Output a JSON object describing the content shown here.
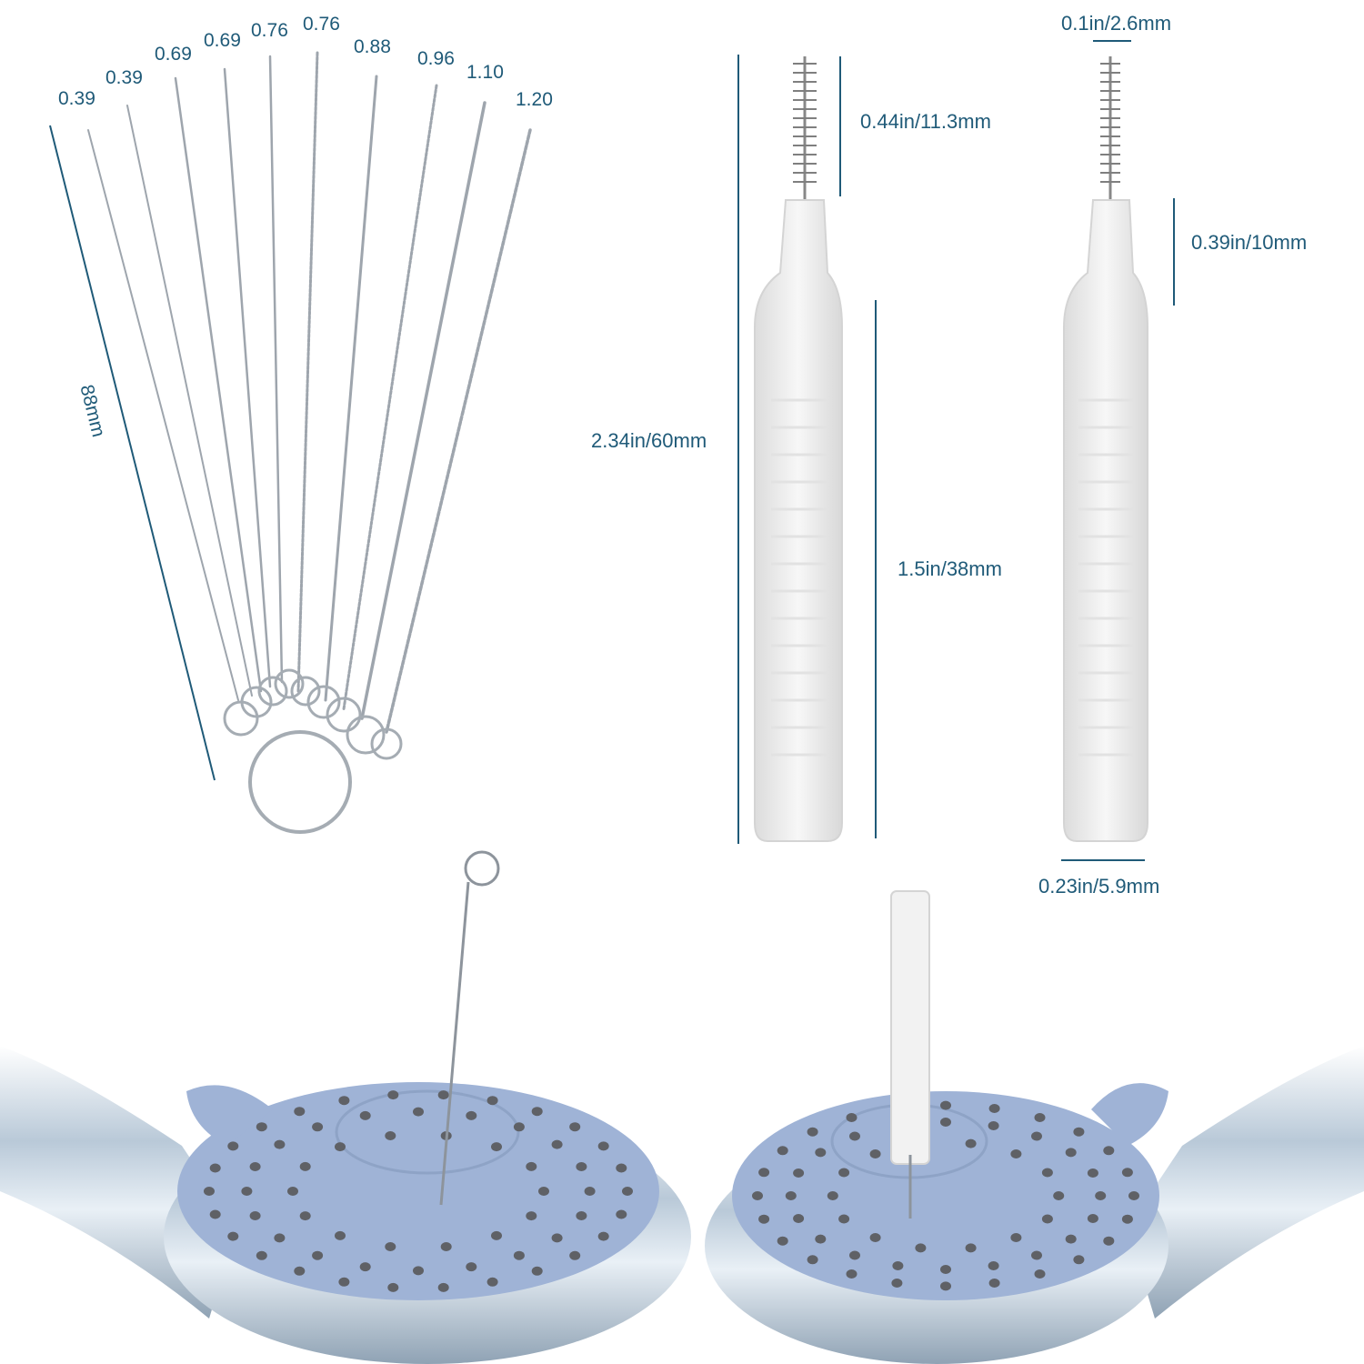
{
  "needle_sizes": [
    "0.39",
    "0.39",
    "0.69",
    "0.69",
    "0.76",
    "0.76",
    "0.88",
    "0.96",
    "1.10",
    "1.20"
  ],
  "needle_length": "88mm",
  "brush_large": {
    "total_length": "2.34in/60mm",
    "bristle_length": "0.44in/11.3mm",
    "handle_length": "1.5in/38mm"
  },
  "brush_small": {
    "tip_diameter": "0.1in/2.6mm",
    "neck_length": "0.39in/10mm",
    "handle_width": "0.23in/5.9mm"
  },
  "colors": {
    "label": "#1f5a78",
    "shower_face": "#9fb3d6",
    "nozzle": "#5f6166",
    "chrome": "#cfdce8",
    "brush_handle": "#f2f2f2"
  }
}
